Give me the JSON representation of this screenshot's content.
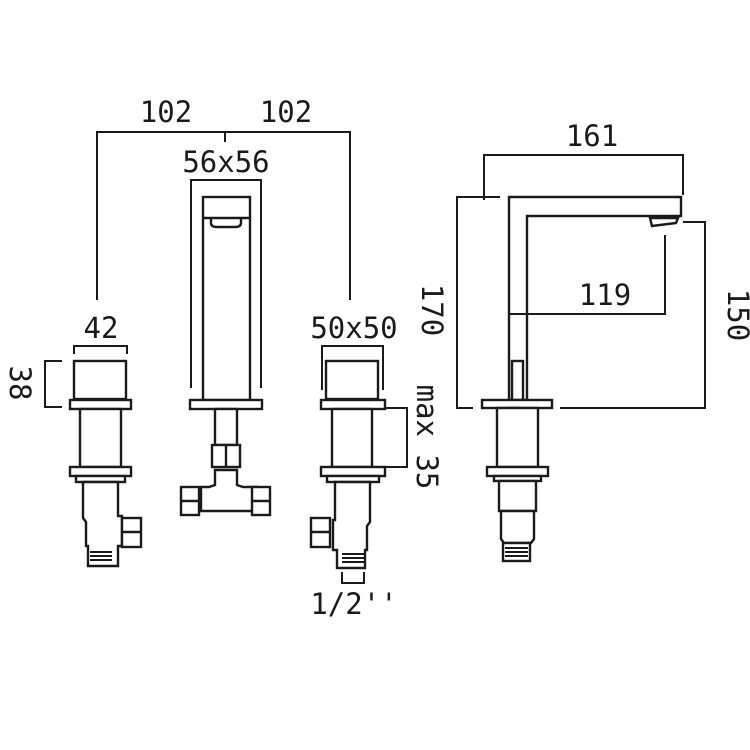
{
  "diagram": {
    "title": "Three-hole basin mixer dimensions",
    "labels": {
      "spacing_left": "102",
      "spacing_right": "102",
      "spout_base": "56x56",
      "handle_width_left": "42",
      "handle_height": "38",
      "handle_base_right": "50x50",
      "max_deck": "max 35",
      "thread": "1/2''",
      "spout_reach": "161",
      "overall_height": "170",
      "inner_reach": "119",
      "outlet_height": "150"
    },
    "colors": {
      "line": "#1a1a1a",
      "background": "#ffffff"
    }
  }
}
